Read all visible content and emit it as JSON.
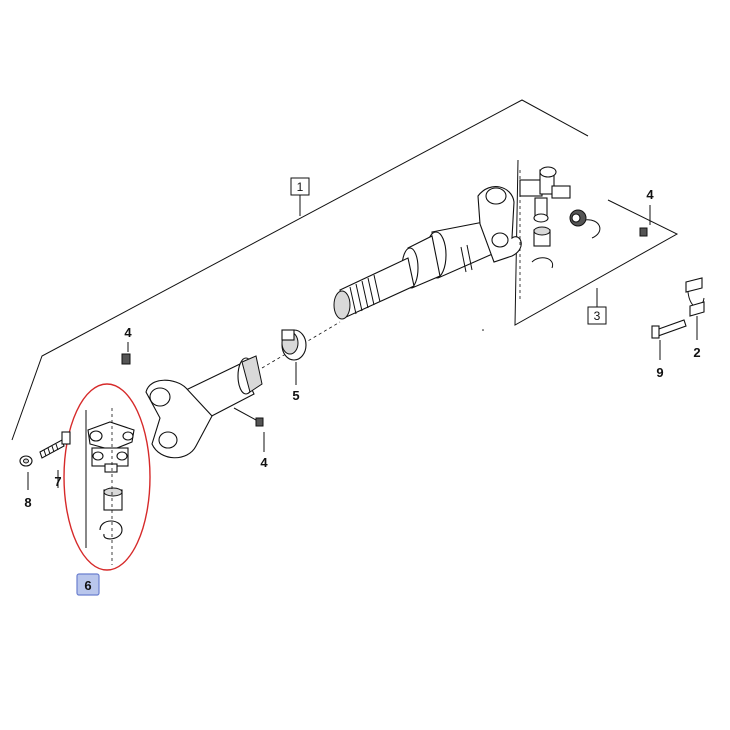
{
  "callouts": {
    "c1": "1",
    "c2": "2",
    "c3": "3",
    "c4a": "4",
    "c4b": "4",
    "c4c": "4",
    "c5": "5",
    "c6": "6",
    "c7": "7",
    "c8": "8",
    "c9": "9"
  },
  "colors": {
    "highlight_ring": "#d62a2a",
    "selected_box_fill": "#b9c6ec",
    "selected_box_stroke": "#6b7fcf"
  },
  "highlighted_part": "6"
}
